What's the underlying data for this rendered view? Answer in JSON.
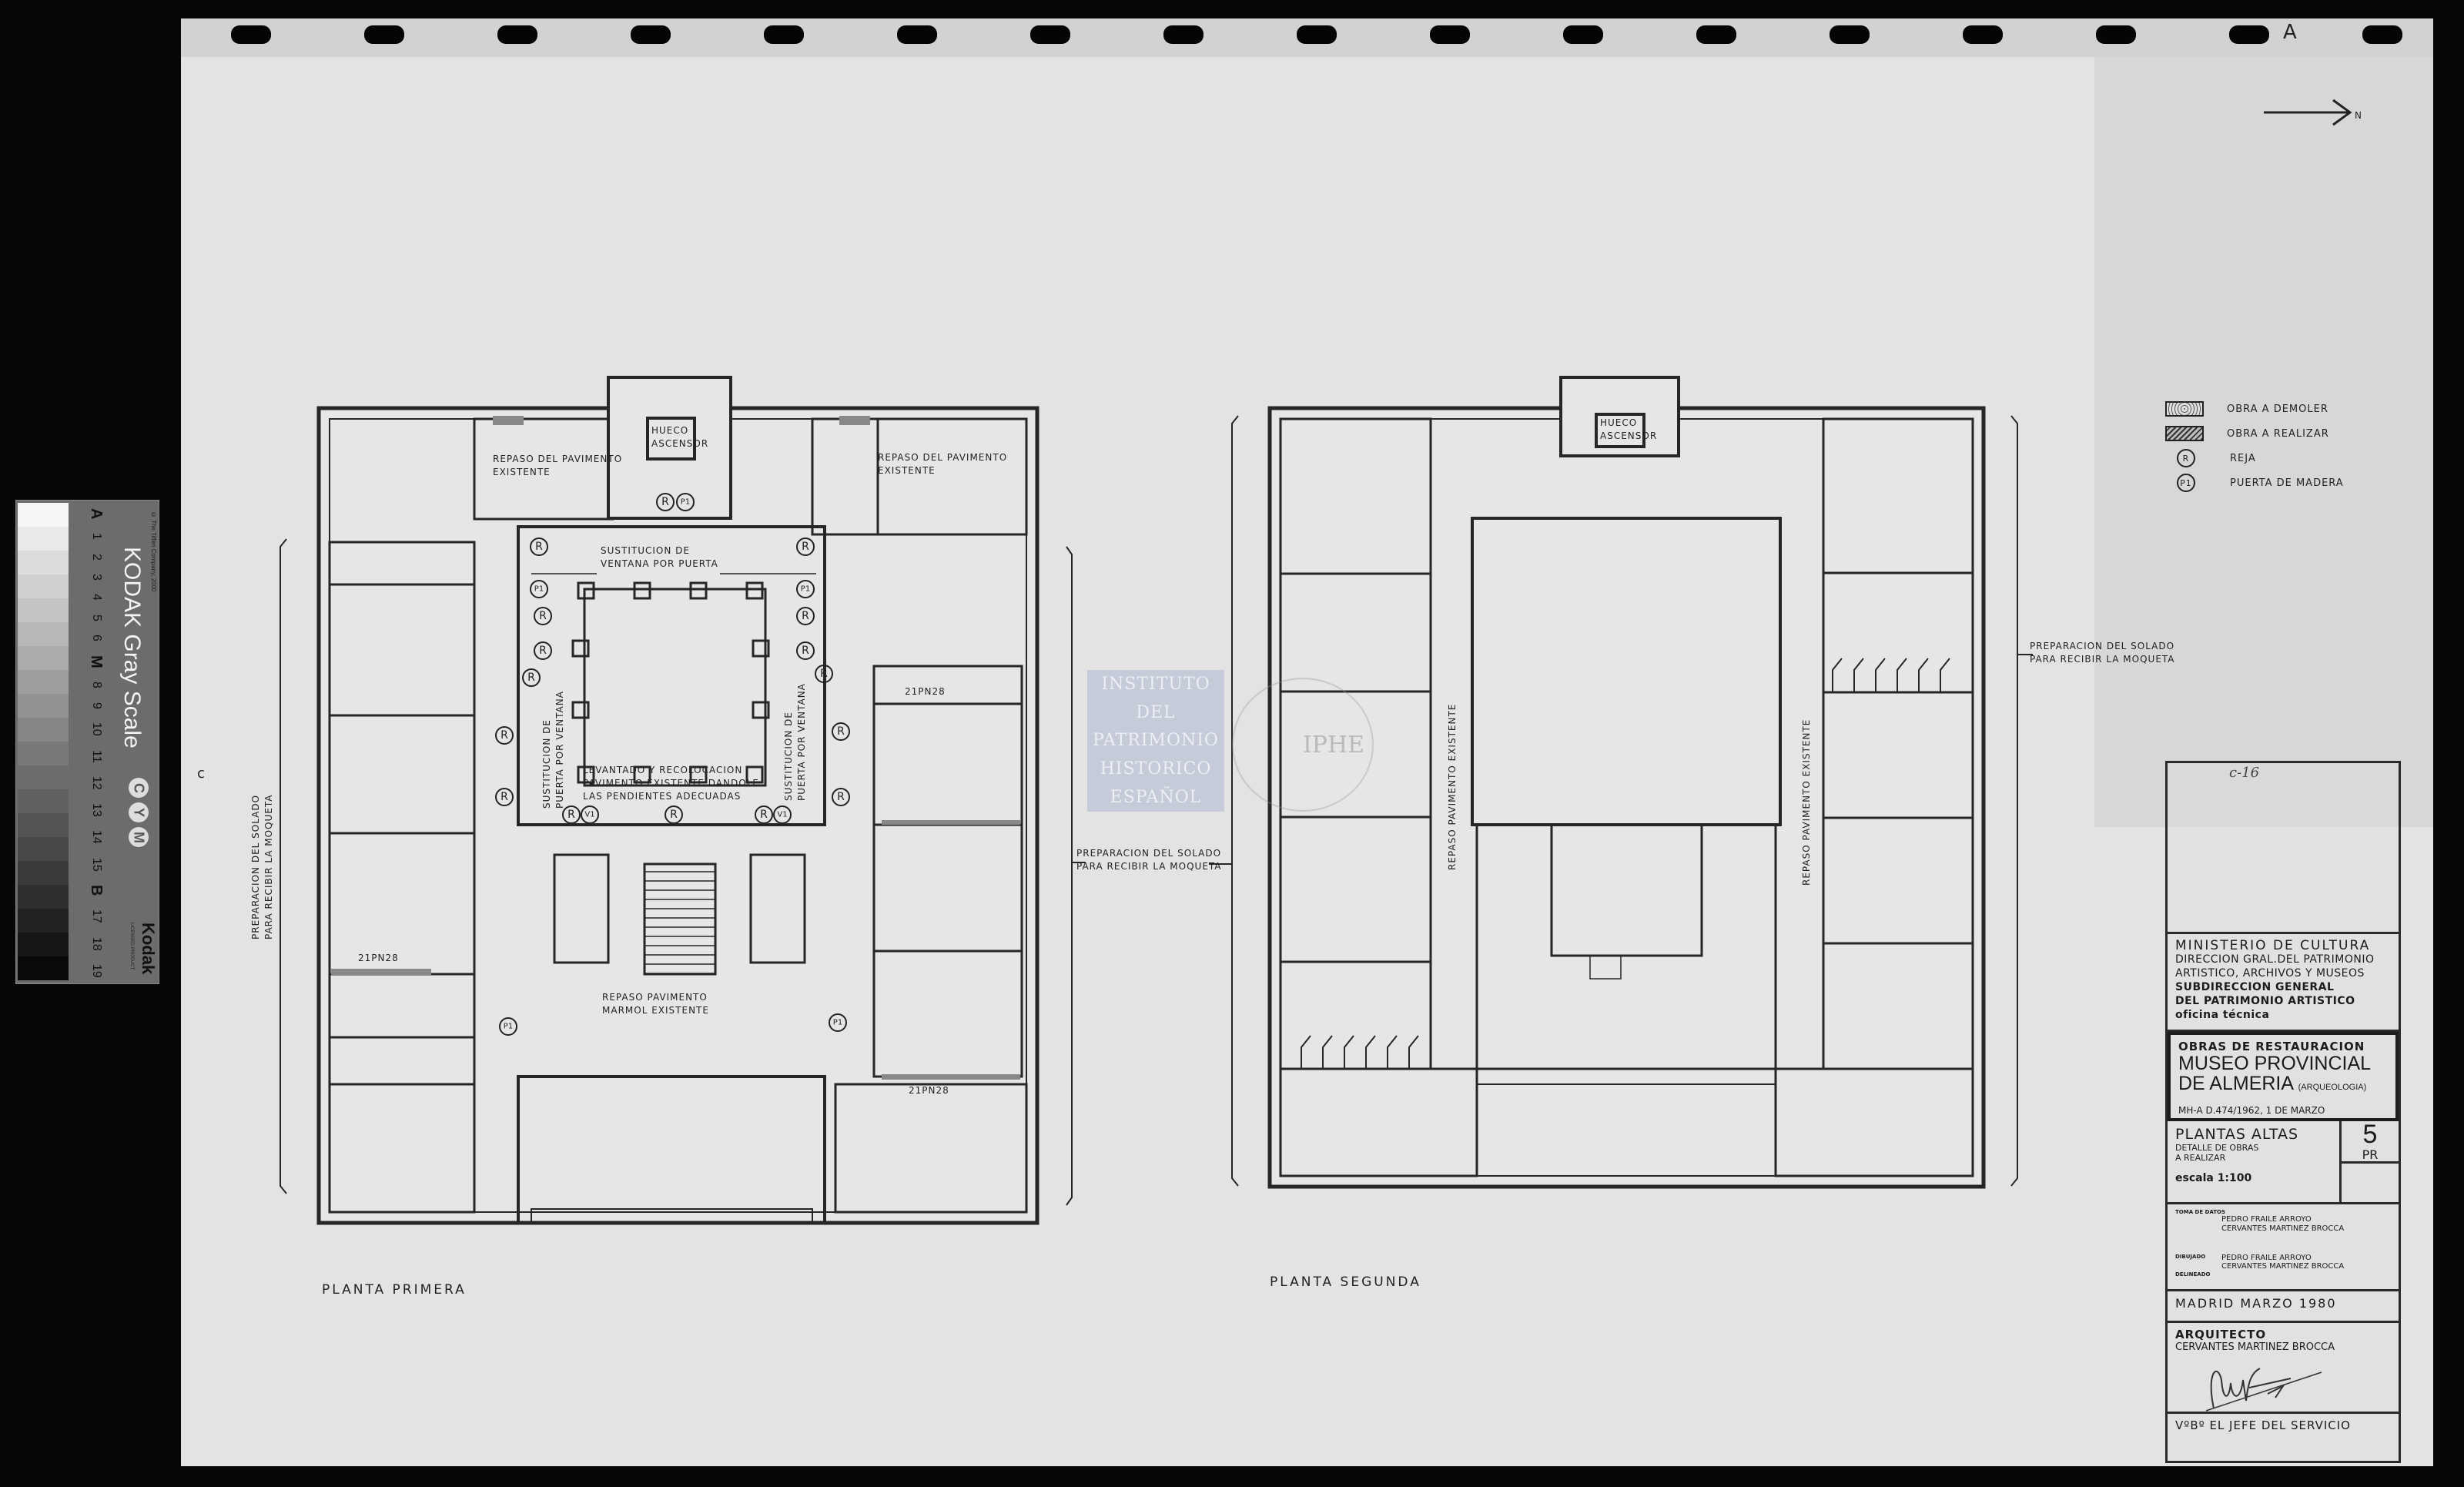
{
  "sheet": {
    "corner_mark": "A",
    "north_label": "N",
    "margin_mark": "c"
  },
  "symbols": {
    "reja": "R",
    "puerta": "P1",
    "ventana": "V1"
  },
  "legend": [
    {
      "label": "OBRA A DEMOLER"
    },
    {
      "label": "OBRA A REALIZAR"
    },
    {
      "symbol": "R",
      "label": "REJA"
    },
    {
      "symbol": "P1",
      "label": "PUERTA DE MADERA"
    }
  ],
  "plan_primera": {
    "title": "PLANTA PRIMERA",
    "elevator": [
      "HUECO",
      "ASCENSOR"
    ],
    "repaso_left": [
      "REPASO DEL PAVIMENTO",
      "EXISTENTE"
    ],
    "repaso_right": [
      "REPASO DEL PAVIMENTO",
      "EXISTENTE"
    ],
    "sustitucion_ventana": [
      "SUSTITUCION DE",
      "VENTANA POR PUERTA"
    ],
    "levantado": [
      "LEVANTADO Y RECOLOCACION",
      "PAVIMENTO EXISTENTE DANDOLE",
      "LAS PENDIENTES ADECUADAS"
    ],
    "sustitucion_puerta": [
      "SUSTITUCION DE",
      "PUERTA POR VENTANA"
    ],
    "marmol": [
      "REPASO PAVIMENTO",
      "MARMOL EXISTENTE"
    ],
    "profile_code": "21PN28",
    "moqueta": [
      "PREPARACION DEL SOLADO",
      "PARA RECIBIR LA MOQUETA"
    ]
  },
  "plan_segunda": {
    "title": "PLANTA SEGUNDA",
    "elevator": [
      "HUECO",
      "ASCENSOR"
    ],
    "repaso": "REPASO PAVIMENTO EXISTENTE",
    "moqueta": [
      "PREPARACION DEL SOLADO",
      "PARA RECIBIR LA MOQUETA"
    ]
  },
  "watermark": {
    "lines": [
      "INSTITUTO",
      "DEL",
      "PATRIMONIO",
      "HISTORICO",
      "ESPAÑOL"
    ],
    "seal": "IPHE"
  },
  "title_block": {
    "handwritten": "c-16",
    "ministry": [
      "MINISTERIO DE CULTURA",
      "DIRECCION GRAL.DEL PATRIMONIO",
      "ARTISTICO, ARCHIVOS Y MUSEOS",
      "SUBDIRECCION GENERAL",
      "DEL PATRIMONIO ARTISTICO",
      "oficina técnica"
    ],
    "works": "OBRAS DE RESTAURACION",
    "museum_1": "MUSEO PROVINCIAL",
    "museum_2": "DE ALMERIA",
    "museum_note": "(ARQUEOLOGIA)",
    "decree": "MH-A  D.474/1962, 1 DE MARZO",
    "sheet_title": "PLANTAS ALTAS",
    "sheet_subtitle": [
      "DETALLE DE OBRAS",
      "A REALIZAR"
    ],
    "scale": "escala 1:100",
    "sheet_number": "5",
    "sheet_code": "PR",
    "toma_label": "TOMA DE DATOS",
    "toma_names": [
      "PEDRO FRAILE ARROYO",
      "CERVANTES MARTINEZ BROCCA"
    ],
    "dibujado_label": "DIBUJADO",
    "dibujado_names": [
      "PEDRO FRAILE ARROYO",
      "CERVANTES MARTINEZ BROCCA"
    ],
    "delineado_label": "DELINEADO",
    "place_date": "MADRID   MARZO 1980",
    "architect_label": "ARQUITECTO",
    "architect_name": "CERVANTES MARTINEZ BROCCA",
    "approval": "VºBº EL JEFE DEL SERVICIO"
  },
  "gray_scale": {
    "title": "KODAK Gray Scale",
    "copyright": "© The Tiffen Company, 2000",
    "steps": [
      "A",
      "1",
      "2",
      "3",
      "4",
      "5",
      "6",
      "M",
      "8",
      "9",
      "10",
      "11",
      "12",
      "13",
      "14",
      "15",
      "B",
      "17",
      "18",
      "19"
    ],
    "cym": [
      "C",
      "Y",
      "M"
    ],
    "brand": "Kodak",
    "licensed": "LICENSED PRODUCT"
  }
}
